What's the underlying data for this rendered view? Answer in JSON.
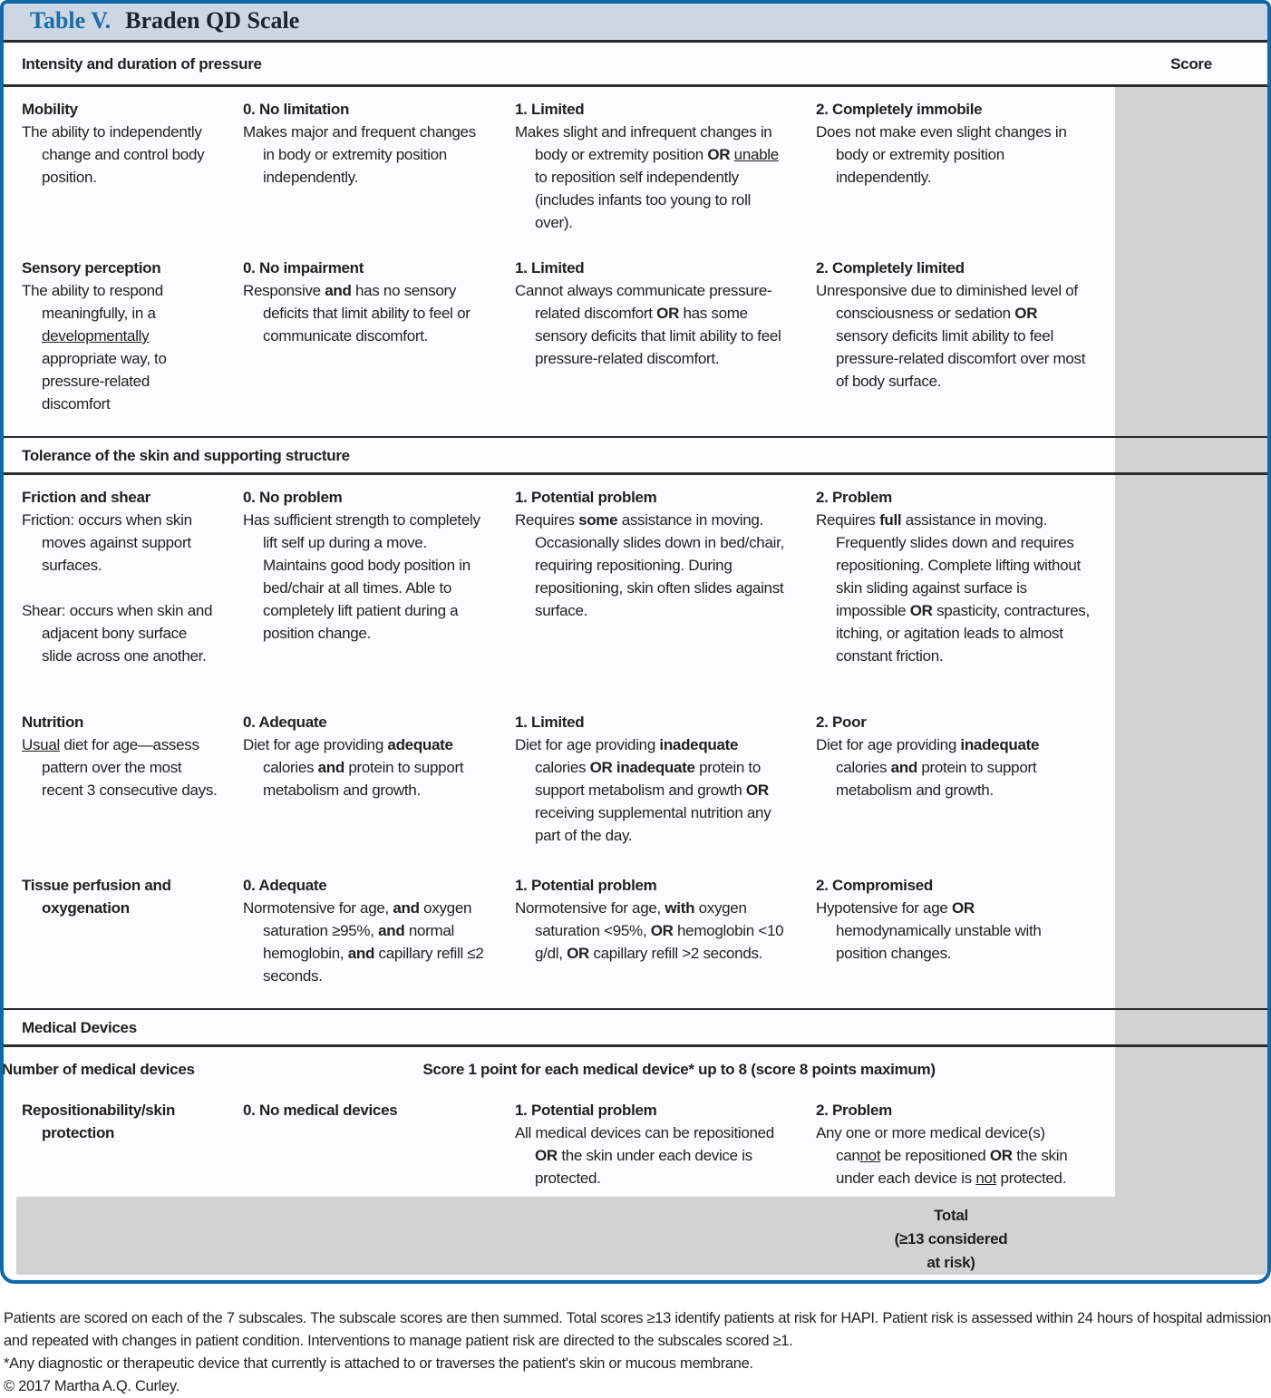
{
  "title": {
    "prefix": "Table V.",
    "name": "Braden QD Scale"
  },
  "colors": {
    "border_blue": "#1068a9",
    "title_blue": "#1b6ca8",
    "title_bar_bg": "#ccd6e4",
    "score_gray": "#d2d2d3",
    "rule_dark": "#2b2b2b",
    "text": "#231f20"
  },
  "sections": [
    {
      "heading": "Intensity and duration of pressure",
      "score_label": "Score",
      "rows": [
        {
          "label": "Mobility",
          "desc": [
            "The ability to independently change and control body position."
          ],
          "cells": [
            {
              "heading": "0. No limitation",
              "body": [
                "Makes major and frequent changes in body or extremity position independently."
              ]
            },
            {
              "heading": "1. Limited",
              "body": [
                "Makes slight and infrequent changes in body or extremity position ",
                {
                  "t": "OR",
                  "b": true
                },
                " ",
                {
                  "t": "unable",
                  "u": true
                },
                " to reposition self independently (includes infants too young to roll over)."
              ]
            },
            {
              "heading": "2. Completely immobile",
              "body": [
                "Does not make even slight changes in body or extremity position independently."
              ]
            }
          ]
        },
        {
          "label": "Sensory perception",
          "desc": [
            "The ability to respond meaningfully, in a ",
            {
              "t": "developmentally",
              "u": true
            },
            " appropriate way, to pressure-related discomfort"
          ],
          "cells": [
            {
              "heading": "0. No impairment",
              "body": [
                "Responsive ",
                {
                  "t": "and",
                  "b": true
                },
                " has no sensory deficits that limit ability to feel or communicate discomfort."
              ]
            },
            {
              "heading": "1. Limited",
              "body": [
                "Cannot always communicate pressure-related discomfort ",
                {
                  "t": "OR",
                  "b": true
                },
                " has some sensory deficits that limit ability to feel pressure-related discomfort."
              ]
            },
            {
              "heading": "2. Completely limited",
              "body": [
                "Unresponsive due to diminished level of consciousness or sedation ",
                {
                  "t": "OR",
                  "b": true
                },
                " sensory deficits limit ability to feel pressure-related discomfort over most of body surface."
              ]
            }
          ]
        }
      ]
    },
    {
      "heading": "Tolerance of the skin and supporting structure",
      "rows": [
        {
          "label": "Friction and shear",
          "desc": [
            "Friction: occurs when skin moves against support surfaces."
          ],
          "desc2": [
            "Shear: occurs when skin and adjacent bony surface slide across one another."
          ],
          "cells": [
            {
              "heading": "0. No problem",
              "body": [
                "Has sufficient strength to completely lift self up during a move. Maintains good body position in bed/chair at all times. Able to completely lift patient during a position change."
              ]
            },
            {
              "heading": "1. Potential problem",
              "body": [
                "Requires ",
                {
                  "t": "some",
                  "b": true
                },
                " assistance in moving. Occasionally slides down in bed/chair, requiring repositioning. During repositioning, skin often slides against surface."
              ]
            },
            {
              "heading": "2. Problem",
              "body": [
                "Requires ",
                {
                  "t": "full",
                  "b": true
                },
                " assistance in moving. Frequently slides down and requires repositioning. Complete lifting without skin sliding against surface is impossible ",
                {
                  "t": "OR",
                  "b": true
                },
                " spasticity, contractures, itching, or agitation leads to almost constant friction."
              ]
            }
          ]
        },
        {
          "label": "Nutrition",
          "desc": [
            {
              "t": "Usual",
              "u": true
            },
            " diet for age—assess pattern over the most recent 3 consecutive days."
          ],
          "cells": [
            {
              "heading": "0. Adequate",
              "body": [
                "Diet for age providing ",
                {
                  "t": "adequate",
                  "b": true
                },
                " calories ",
                {
                  "t": "and",
                  "b": true
                },
                " protein to support metabolism and growth."
              ]
            },
            {
              "heading": "1. Limited",
              "body": [
                "Diet for age providing ",
                {
                  "t": "inadequate",
                  "b": true
                },
                " calories ",
                {
                  "t": "OR inadequate",
                  "b": true
                },
                " protein to support metabolism and growth ",
                {
                  "t": "OR",
                  "b": true
                },
                " receiving supplemental nutrition any part of the day."
              ]
            },
            {
              "heading": "2. Poor",
              "body": [
                "Diet for age providing ",
                {
                  "t": "inadequate",
                  "b": true
                },
                " calories ",
                {
                  "t": "and",
                  "b": true
                },
                " protein to support metabolism and growth."
              ]
            }
          ]
        },
        {
          "label": "Tissue perfusion and oxygenation",
          "cells": [
            {
              "heading": "0. Adequate",
              "body": [
                "Normotensive for age, ",
                {
                  "t": "and",
                  "b": true
                },
                " oxygen saturation ≥95%, ",
                {
                  "t": "and",
                  "b": true
                },
                " normal hemoglobin, ",
                {
                  "t": "and",
                  "b": true
                },
                " capillary refill ≤2 seconds."
              ]
            },
            {
              "heading": "1. Potential problem",
              "body": [
                "Normotensive for age, ",
                {
                  "t": "with",
                  "b": true
                },
                " oxygen saturation <95%, ",
                {
                  "t": "OR",
                  "b": true
                },
                " hemoglobin <10 g/dl, ",
                {
                  "t": "OR",
                  "b": true
                },
                " capillary refill >2 seconds."
              ]
            },
            {
              "heading": "2. Compromised",
              "body": [
                "Hypotensive for age ",
                {
                  "t": "OR",
                  "b": true
                },
                " hemodynamically unstable with position changes."
              ]
            }
          ]
        }
      ]
    },
    {
      "heading": "Medical Devices",
      "number_row": {
        "label": "Number of medical devices",
        "note": "Score 1 point for each medical device* up to 8 (score 8 points maximum)"
      },
      "rows": [
        {
          "label": "Repositionability/skin protection",
          "cells": [
            {
              "heading": "0. No medical devices"
            },
            {
              "heading": "1. Potential problem",
              "body": [
                "All medical devices can be repositioned ",
                {
                  "t": "OR",
                  "b": true
                },
                " the skin under each device is protected."
              ]
            },
            {
              "heading": "2. Problem",
              "body": [
                "Any one or more medical device(s) can",
                {
                  "t": "not",
                  "u": true
                },
                " be repositioned ",
                {
                  "t": "OR",
                  "b": true
                },
                " the skin under each device is ",
                {
                  "t": "not",
                  "u": true
                },
                " protected."
              ]
            }
          ]
        }
      ]
    }
  ],
  "total": {
    "lines": [
      "Total",
      "(≥13 considered",
      "at risk)"
    ]
  },
  "footer": {
    "note": "Patients are scored on each of the 7 subscales. The subscale scores are then summed. Total scores ≥13 identify patients at risk for HAPI. Patient risk is assessed within 24 hours of hospital admission and repeated with changes in patient condition. Interventions to manage patient risk are directed to the subscales scored ≥1.",
    "device_note": "*Any diagnostic or therapeutic device that currently is attached to or traverses the patient's skin or mucous membrane.",
    "copyright": "© 2017 Martha A.Q. Curley."
  }
}
